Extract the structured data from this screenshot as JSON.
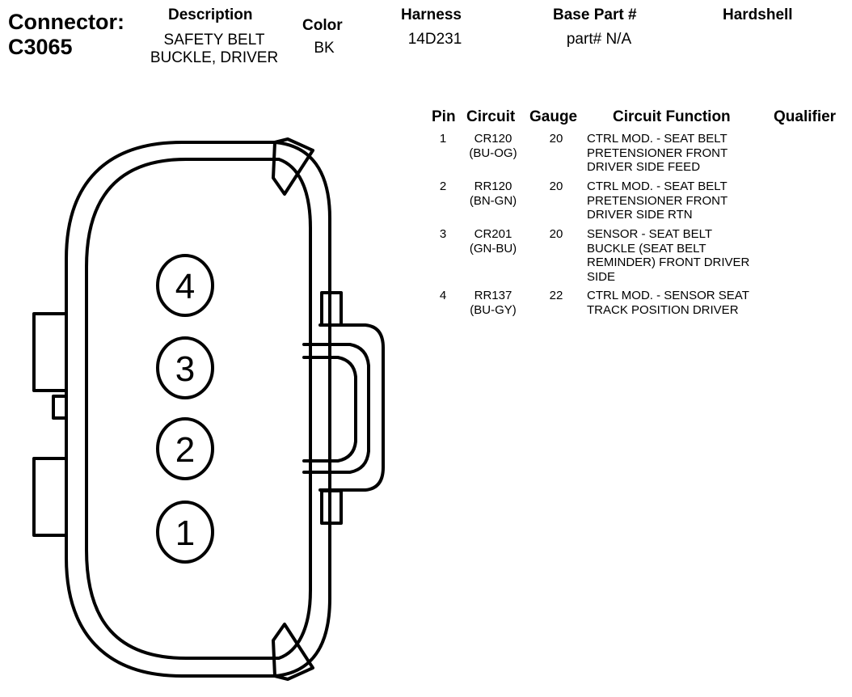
{
  "header": {
    "connector_label": "Connector:",
    "connector_id": "C3065",
    "description_label": "Description",
    "description_line1": "SAFETY BELT",
    "description_line2": "BUCKLE, DRIVER",
    "color_label": "Color",
    "color_value": "BK",
    "harness_label": "Harness",
    "harness_value": "14D231",
    "base_part_label": "Base Part #",
    "base_part_value": "part# N/A",
    "hardshell_label": "Hardshell"
  },
  "table": {
    "headers": {
      "pin": "Pin",
      "circuit": "Circuit",
      "gauge": "Gauge",
      "function": "Circuit Function",
      "qualifier": "Qualifier"
    },
    "rows": [
      {
        "pin": "1",
        "circuit": "CR120",
        "color": "(BU-OG)",
        "gauge": "20",
        "function": [
          "CTRL MOD. - SEAT BELT",
          "PRETENSIONER FRONT",
          "DRIVER SIDE FEED"
        ]
      },
      {
        "pin": "2",
        "circuit": "RR120",
        "color": "(BN-GN)",
        "gauge": "20",
        "function": [
          "CTRL MOD. - SEAT BELT",
          "PRETENSIONER FRONT",
          "DRIVER SIDE RTN"
        ]
      },
      {
        "pin": "3",
        "circuit": "CR201",
        "color": "(GN-BU)",
        "gauge": "20",
        "function": [
          "SENSOR - SEAT BELT",
          "BUCKLE (SEAT BELT",
          "REMINDER) FRONT DRIVER",
          "SIDE"
        ]
      },
      {
        "pin": "4",
        "circuit": "RR137",
        "color": "(BU-GY)",
        "gauge": "22",
        "function": [
          "CTRL MOD. - SENSOR SEAT",
          "TRACK POSITION DRIVER"
        ]
      }
    ]
  },
  "diagram": {
    "pins": [
      "4",
      "3",
      "2",
      "1"
    ]
  }
}
